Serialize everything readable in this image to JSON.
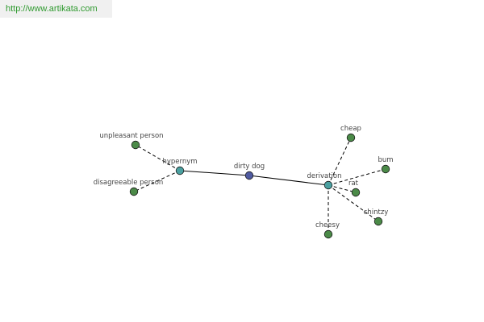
{
  "url": "http://www.artikata.com",
  "colors": {
    "center": "#4f5aa0",
    "relation": "#4aa0a0",
    "leaf": "#4b8a48",
    "url_text": "#2f9a2f"
  },
  "graph": {
    "center": {
      "id": "dirty-dog",
      "label": "dirty dog"
    },
    "relations": [
      {
        "id": "hypernym",
        "label": "hypernym"
      },
      {
        "id": "derivation",
        "label": "derivation"
      }
    ],
    "leaves": [
      {
        "id": "unpleasant-person",
        "label": "unpleasant person",
        "parent": "hypernym"
      },
      {
        "id": "disagreeable-person",
        "label": "disagreeable person",
        "parent": "hypernym"
      },
      {
        "id": "cheap",
        "label": "cheap",
        "parent": "derivation"
      },
      {
        "id": "bum",
        "label": "bum",
        "parent": "derivation"
      },
      {
        "id": "rat",
        "label": "rat",
        "parent": "derivation"
      },
      {
        "id": "chintzy",
        "label": "chintzy",
        "parent": "derivation"
      },
      {
        "id": "cheesy",
        "label": "cheesy",
        "parent": "derivation"
      }
    ]
  }
}
